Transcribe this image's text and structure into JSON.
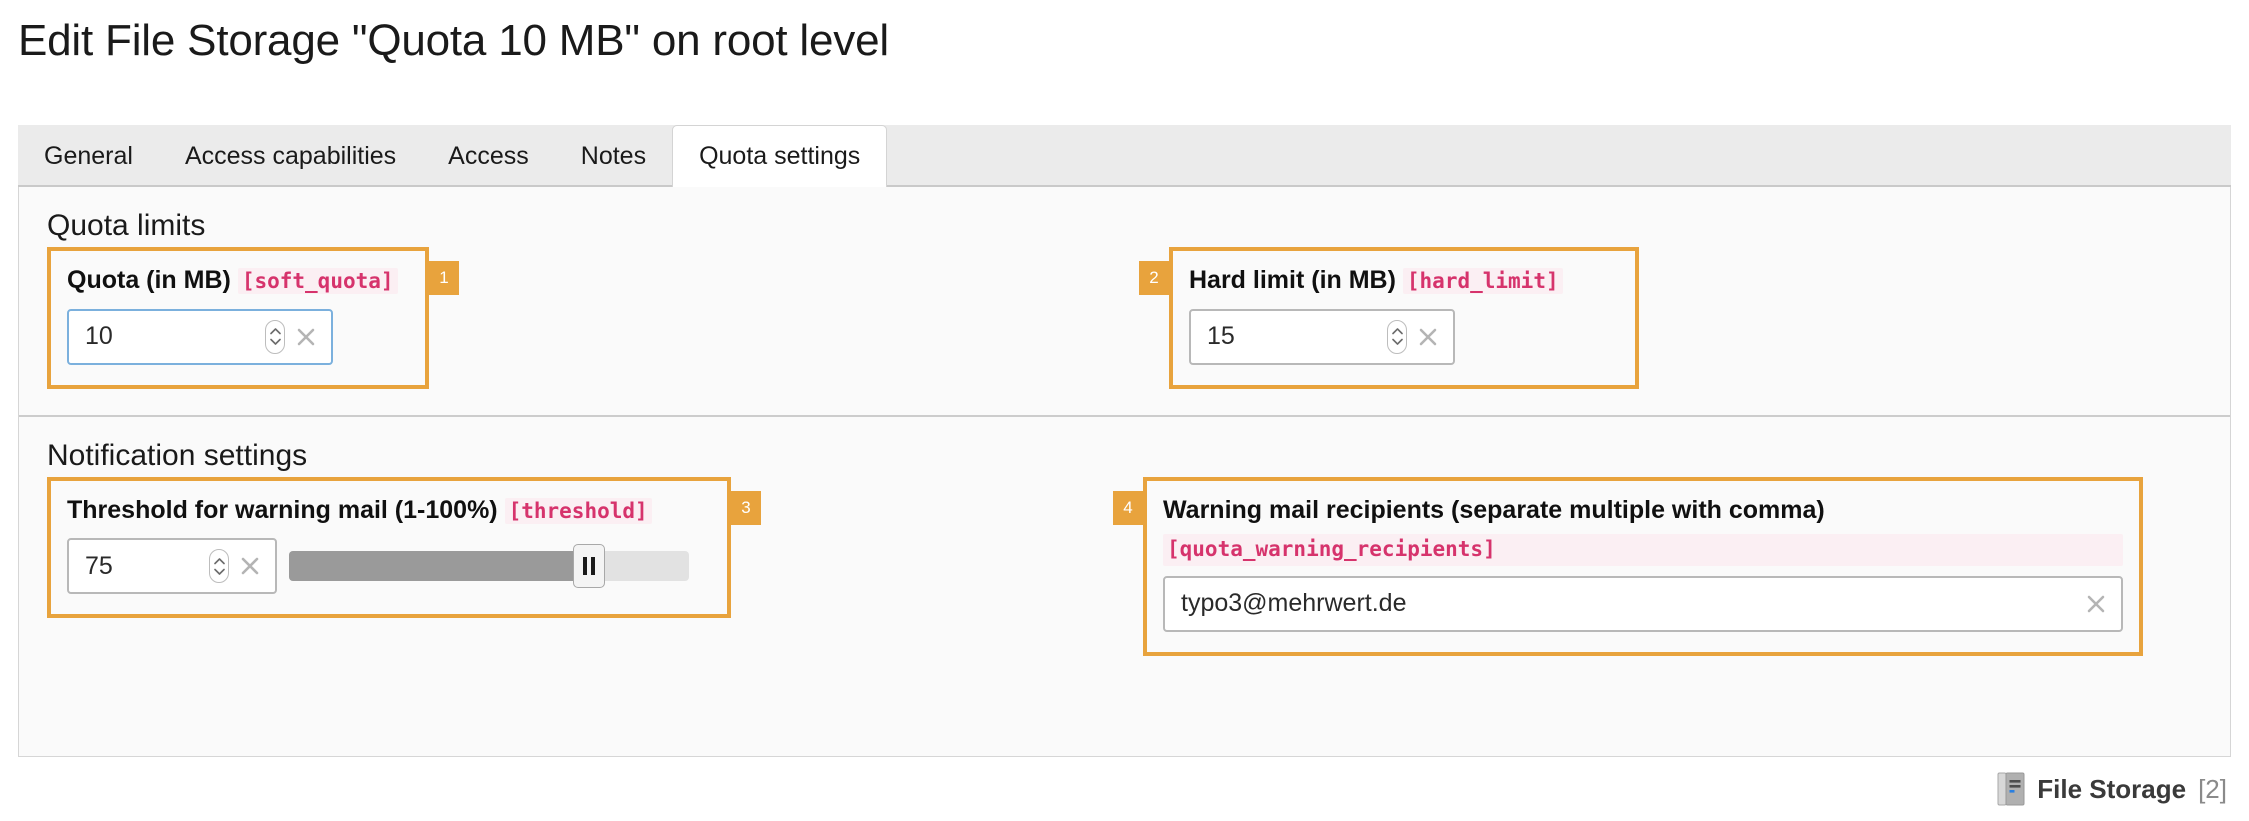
{
  "page": {
    "title": "Edit File Storage \"Quota 10 MB\" on root level"
  },
  "tabs": [
    {
      "label": "General",
      "active": false
    },
    {
      "label": "Access capabilities",
      "active": false
    },
    {
      "label": "Access",
      "active": false
    },
    {
      "label": "Notes",
      "active": false
    },
    {
      "label": "Quota settings",
      "active": true
    }
  ],
  "sections": [
    {
      "title": "Quota limits",
      "fields": [
        {
          "badge": "1",
          "badge_side": "right",
          "label": "Quota (in MB)",
          "key": "[soft_quota]",
          "value": "10",
          "type": "number",
          "focused": true,
          "clear_icon": "close-icon",
          "spinner_icon": "spinner-icon"
        },
        {
          "badge": "2",
          "badge_side": "left",
          "label": "Hard limit (in MB)",
          "key": "[hard_limit]",
          "value": "15",
          "type": "number",
          "focused": false,
          "clear_icon": "close-icon",
          "spinner_icon": "spinner-icon"
        }
      ]
    },
    {
      "title": "Notification settings",
      "fields": [
        {
          "badge": "3",
          "badge_side": "right",
          "label": "Threshold for warning mail (1-100%)",
          "key": "[threshold]",
          "value": "75",
          "type": "number-slider",
          "focused": false,
          "slider_percent": 75,
          "slider_min": 1,
          "slider_max": 100,
          "clear_icon": "close-icon",
          "spinner_icon": "spinner-icon"
        },
        {
          "badge": "4",
          "badge_side": "left",
          "label": "Warning mail recipients (separate multiple with comma)",
          "key": "[quota_warning_recipients]",
          "value": "typo3@mehrwert.de",
          "type": "email",
          "focused": false,
          "clear_icon": "close-icon"
        }
      ]
    }
  ],
  "footer": {
    "icon": "file-storage-icon",
    "label": "File Storage",
    "count": "[2]"
  },
  "colors": {
    "highlight": "#e8a33d",
    "field_key": "#d6336c",
    "field_key_bg": "#fbeff3",
    "focus_border": "#7bb0dd",
    "slider_fill": "#9a9a9a",
    "panel_bg": "#fafafa",
    "tabstrip_bg": "#ebebeb"
  }
}
